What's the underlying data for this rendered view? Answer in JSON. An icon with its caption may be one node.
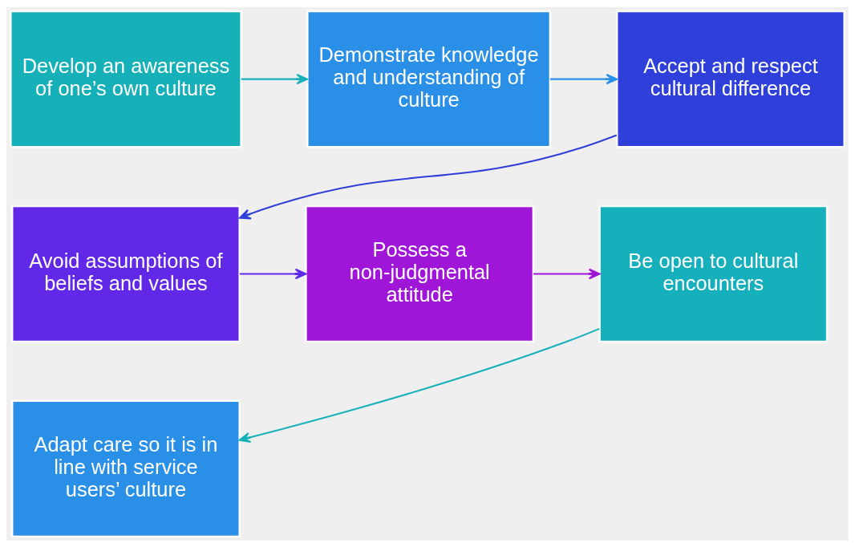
{
  "diagram": {
    "nodes": [
      {
        "text": [
          "Develop an awareness of one’s own culture"
        ]
      },
      {
        "text": [
          "Demonstrate knowledge and understanding of culture"
        ]
      },
      {
        "text": [
          "Accept and respect cultural difference"
        ]
      },
      {
        "text": [
          "Avoid assumptions of beliefs and values"
        ]
      },
      {
        "text": [
          "Possess a non-judgmental attitude"
        ]
      },
      {
        "text": [
          "Be open to cultural encounters"
        ]
      },
      {
        "text": [
          "Adapt care so it is in line with service users’ culture"
        ]
      }
    ],
    "edges": [
      {
        "from": 0,
        "to": 1,
        "arrow": "to",
        "color": "#15b0b8"
      },
      {
        "from": 1,
        "to": 2,
        "arrow": "to",
        "color": "#2a8fe6"
      },
      {
        "from": 2,
        "to": 3,
        "arrow": "to",
        "color": "#2f3fd9"
      },
      {
        "from": 3,
        "to": 4,
        "arrow": "to",
        "color": "#6128e8"
      },
      {
        "from": 4,
        "to": 5,
        "arrow": "to",
        "color": "#a016d8"
      },
      {
        "from": 5,
        "to": 6,
        "arrow": "to",
        "color": "#15b0b8"
      }
    ]
  }
}
